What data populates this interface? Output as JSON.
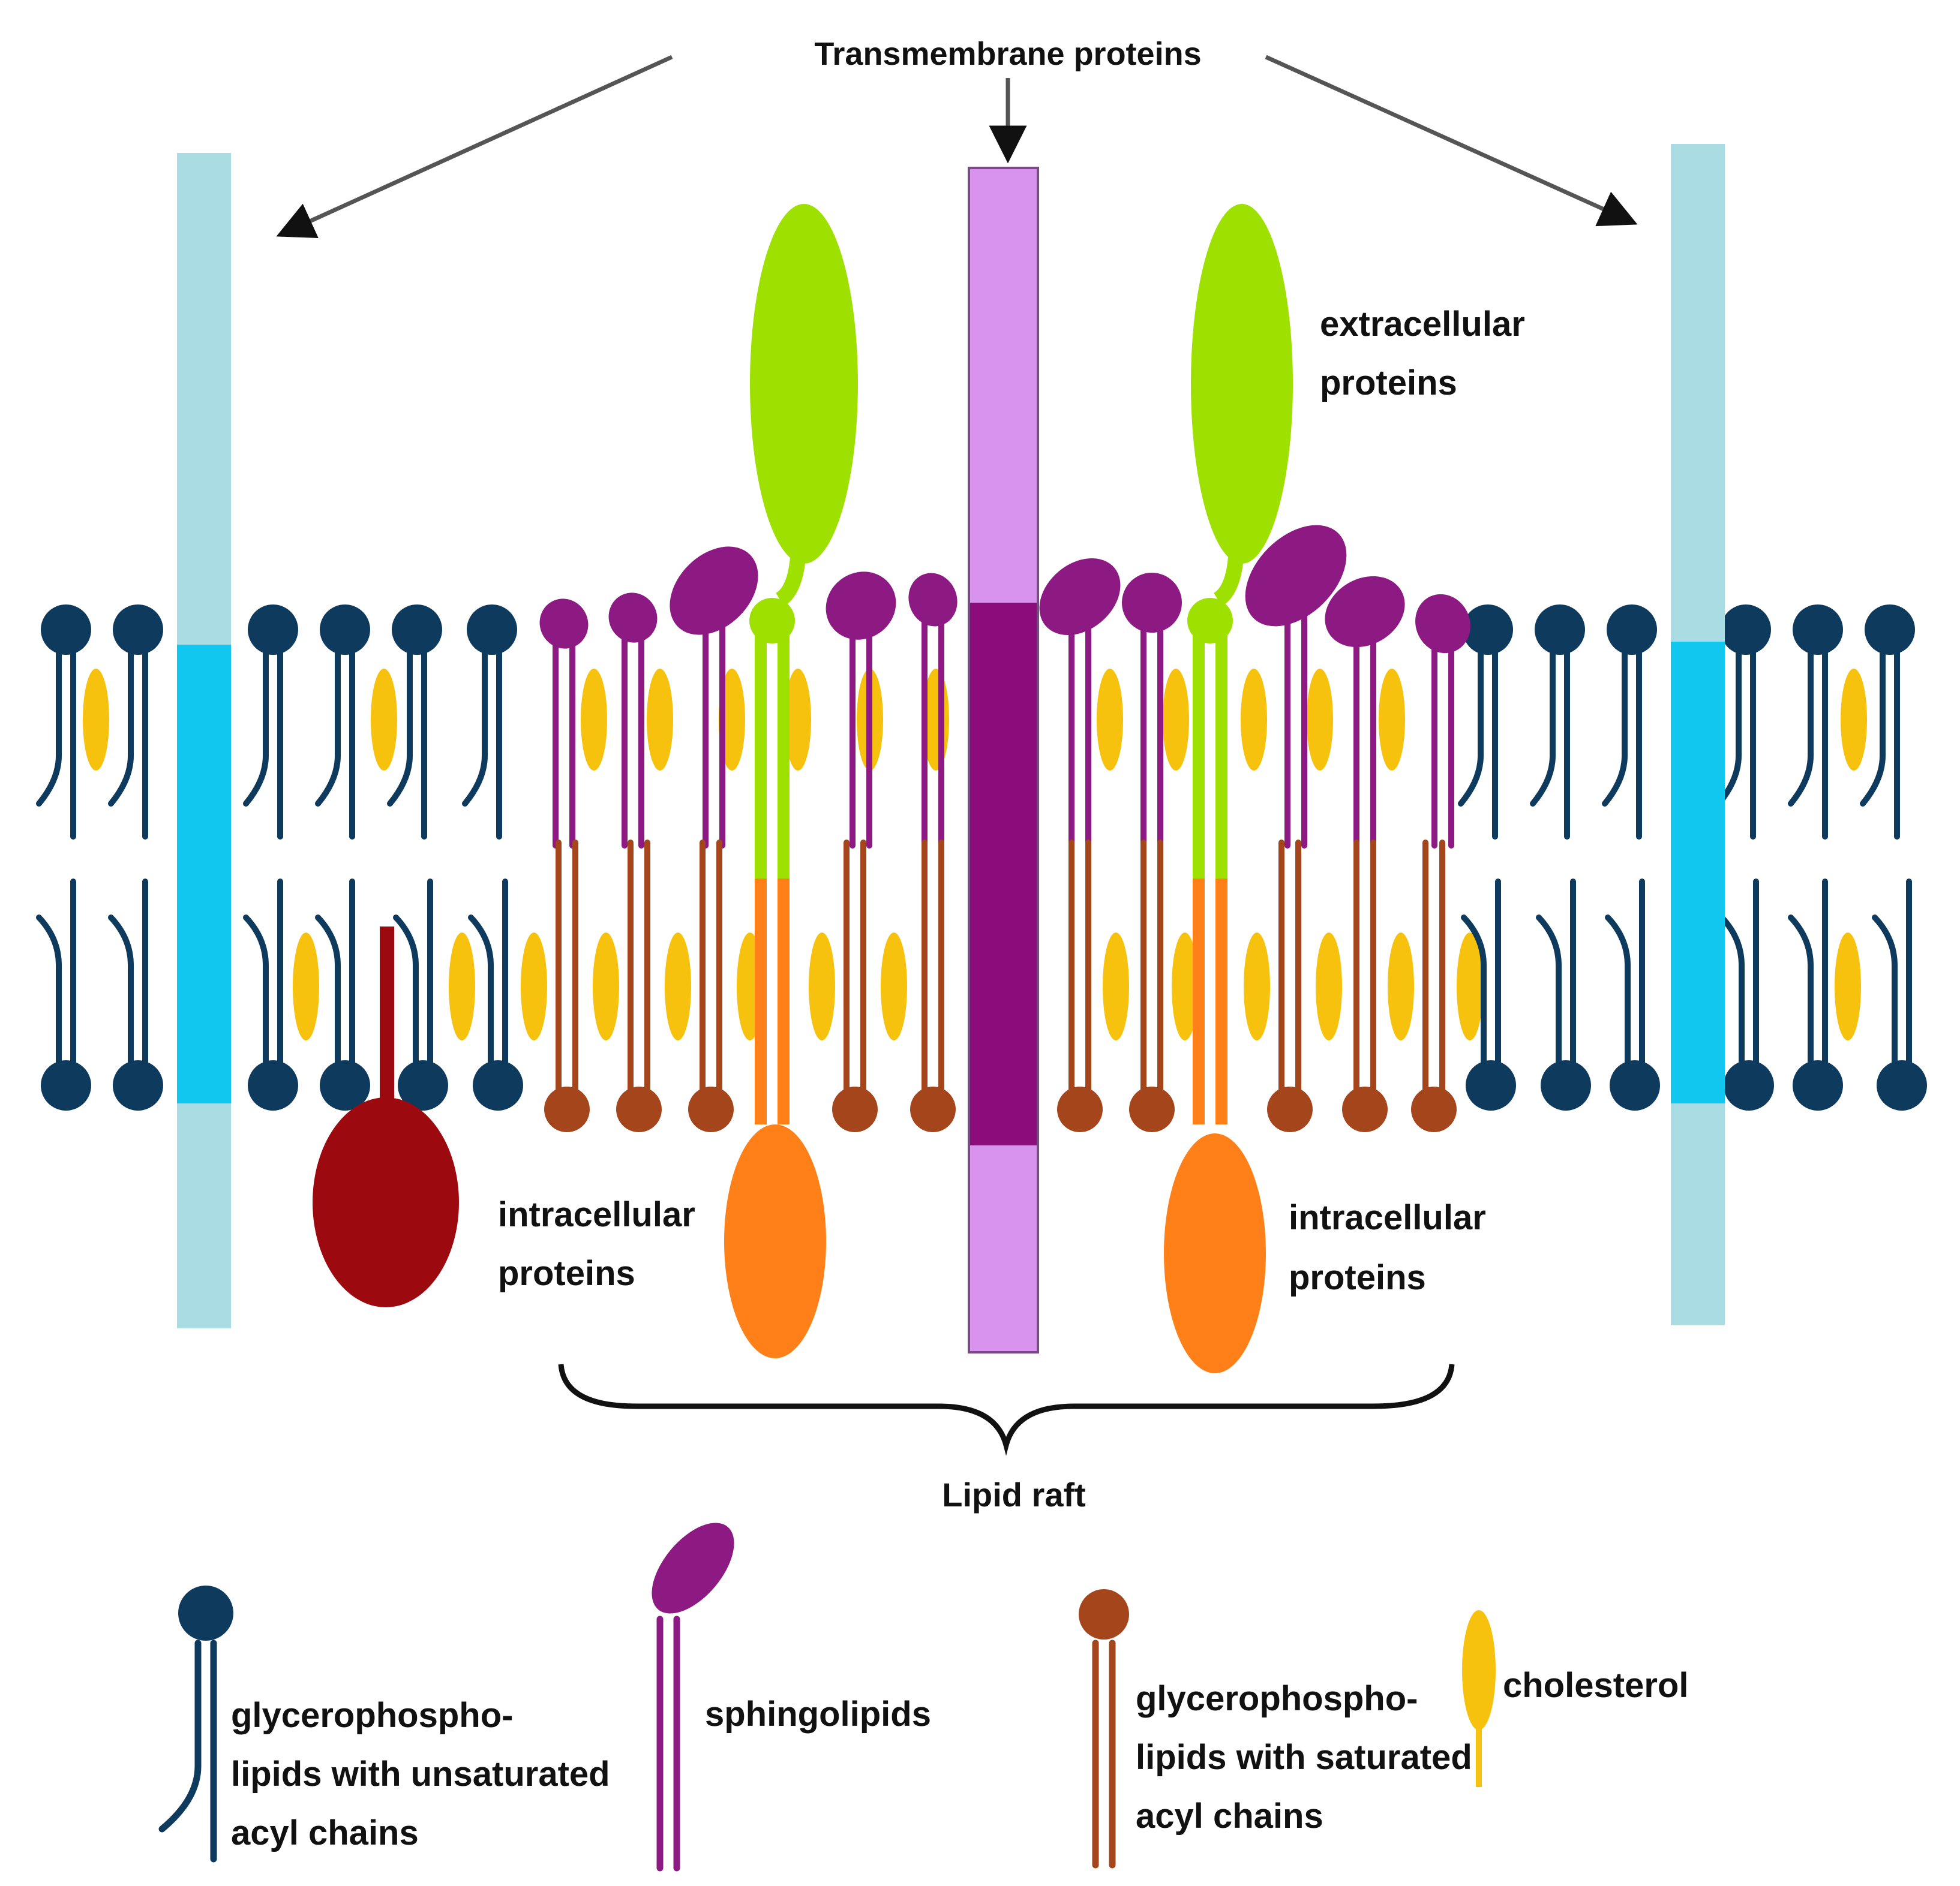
{
  "labels": {
    "transmembrane": "Transmembrane proteins",
    "extracellular_line1": "extracellular",
    "extracellular_line2": "proteins",
    "intracellular_left_line1": "intracellular",
    "intracellular_left_line2": "proteins",
    "intracellular_right_line1": "intracellular",
    "intracellular_right_line2": "proteins",
    "lipid_raft": "Lipid raft"
  },
  "legend": {
    "unsaturated_line1": "glycerophospho-",
    "unsaturated_line2": "lipids with unsaturated",
    "unsaturated_line3": "acyl chains",
    "sphingolipids": "sphingolipids",
    "saturated_line1": "glycerophospho-",
    "saturated_line2": "lipids with saturated",
    "saturated_line3": "acyl chains",
    "cholesterol": "cholesterol"
  },
  "colors": {
    "unsaturated_lipid": "#0e3a5e",
    "sphingolipid": "#8c1a82",
    "saturated_lipid": "#a5451c",
    "cholesterol": "#f7c20d",
    "transmembrane_side": "#a9dde3",
    "transmembrane_side_core": "#12c7ef",
    "transmembrane_center": "#d893ee",
    "transmembrane_center_core": "#8b0c7a",
    "extracellular_protein": "#9ee000",
    "intracellular_protein_raft": "#ff8018",
    "intracellular_protein_anchored": "#9c0a10",
    "arrow": "#555555"
  },
  "icons": [
    "arrow-head-icon",
    "curly-brace-icon"
  ]
}
